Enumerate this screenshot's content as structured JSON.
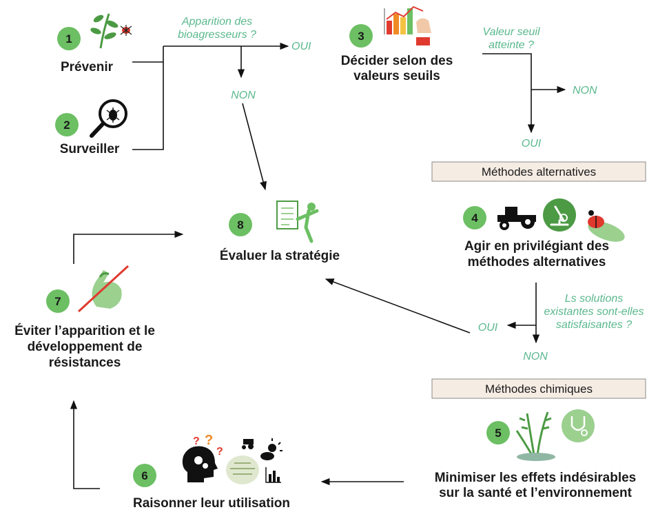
{
  "steps": [
    {
      "number": "1",
      "label": "Prévenir"
    },
    {
      "number": "2",
      "label": "Surveiller"
    },
    {
      "number": "3",
      "lines": [
        "Décider selon des",
        "valeurs seuils"
      ]
    },
    {
      "number": "4",
      "lines": [
        "Agir en privilégiant des",
        "méthodes alternatives"
      ]
    },
    {
      "number": "5",
      "lines": [
        "Minimiser les effets indésirables",
        "sur la santé et l’environnement"
      ]
    },
    {
      "number": "6",
      "label": "Raisonner leur utilisation"
    },
    {
      "number": "7",
      "lines": [
        "Éviter l’apparition et le",
        "développement de",
        "résistances"
      ]
    },
    {
      "number": "8",
      "label": "Évaluer la stratégie"
    }
  ],
  "questions": {
    "bioagresseurs": [
      "Apparition des",
      "bioagresseurs ?"
    ],
    "seuil": [
      "Valeur seuil",
      "atteinte ?"
    ],
    "solutions": [
      "Ls solutions",
      "existantes sont-elles",
      "satisfaisantes ?"
    ]
  },
  "answers": {
    "oui": "OUI",
    "non": "NON"
  },
  "boxes": {
    "alternatives": "Méthodes alternatives",
    "chimiques": "Méthodes chimiques"
  },
  "colors": {
    "badge": "#6cbf63",
    "answer_text": "#5ab88d",
    "box_fill": "#f5ece4",
    "icon_green": "#4c9a44",
    "icon_light": "#9bd08f",
    "red": "#e03a2f",
    "orange": "#f08a24"
  }
}
